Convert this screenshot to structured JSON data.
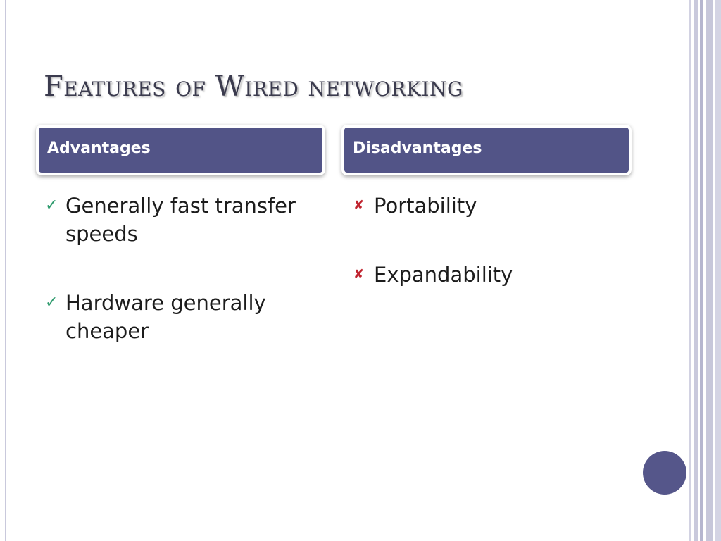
{
  "slide": {
    "title": "Features of Wired networking",
    "advantages": {
      "header": "Advantages",
      "bullet_icon": "check-icon",
      "items": [
        {
          "text": "Generally fast transfer speeds"
        },
        {
          "text": "Hardware generally cheaper"
        }
      ]
    },
    "disadvantages": {
      "header": "Disadvantages",
      "bullet_icon": "cross-icon",
      "items": [
        {
          "text": "Portability"
        },
        {
          "text": "Expandability"
        }
      ]
    }
  },
  "colors": {
    "accent": "#525487",
    "title_text": "#3b3b4e",
    "check": "#2f9b6e",
    "cross": "#c0242f"
  }
}
